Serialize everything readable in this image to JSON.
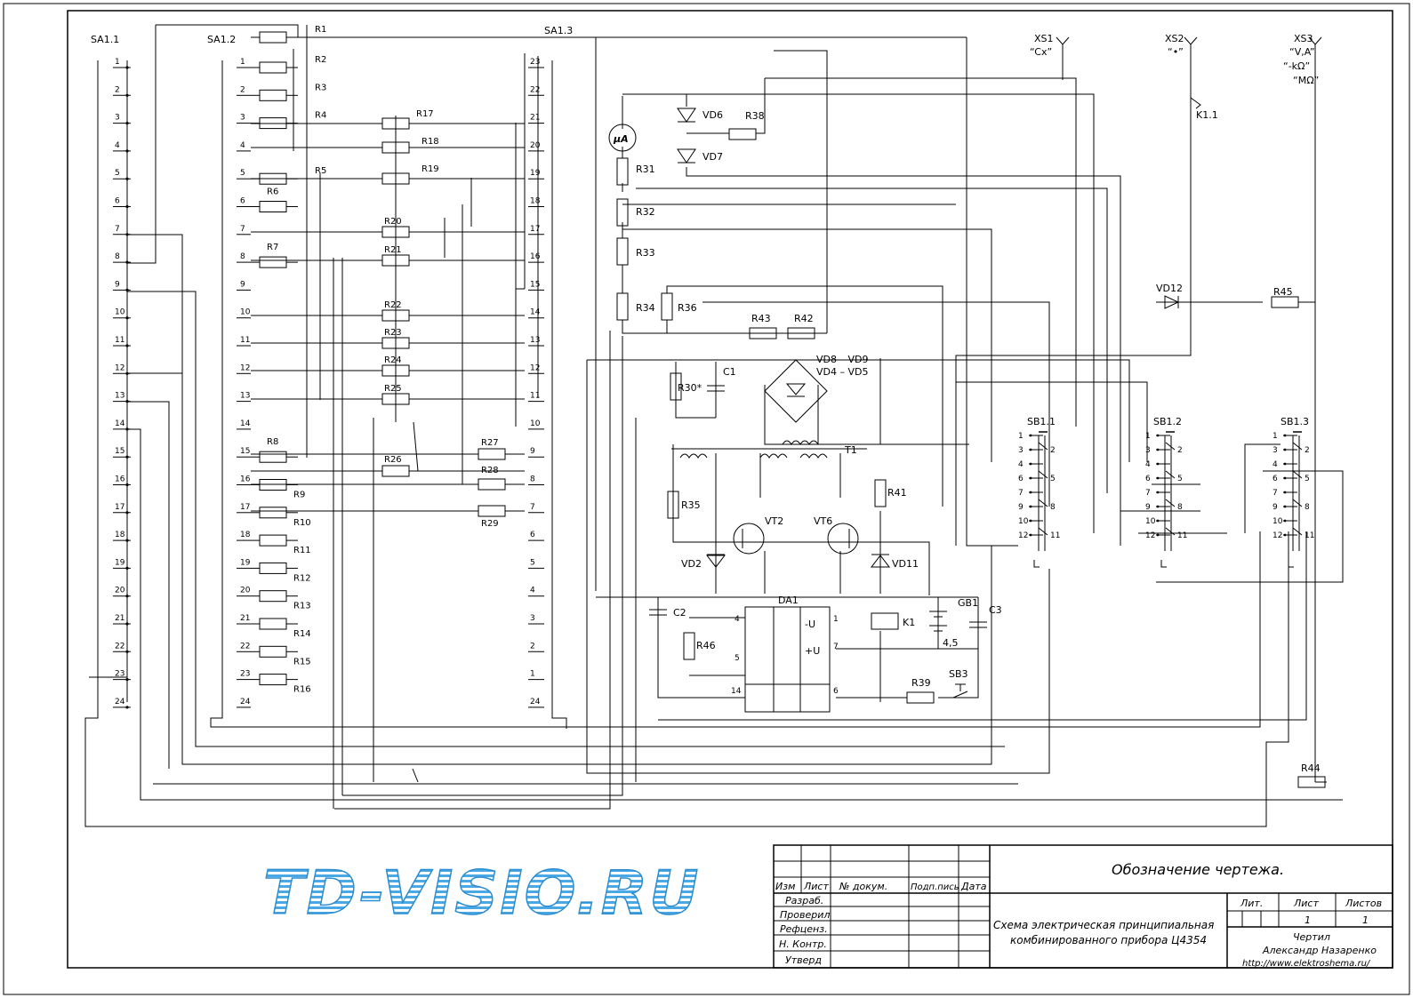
{
  "switches": {
    "sa11": "SA1.1",
    "sa12": "SA1.2",
    "sa13": "SA1.3",
    "pos": [
      "1",
      "2",
      "3",
      "4",
      "5",
      "6",
      "7",
      "8",
      "9",
      "10",
      "11",
      "12",
      "13",
      "14",
      "15",
      "16",
      "17",
      "18",
      "19",
      "20",
      "21",
      "22",
      "23",
      "24"
    ],
    "pos_rev": [
      "23",
      "22",
      "21",
      "20",
      "19",
      "18",
      "17",
      "16",
      "15",
      "14",
      "13",
      "12",
      "11",
      "10",
      "9",
      "8",
      "7",
      "6",
      "5",
      "4",
      "3",
      "2",
      "1",
      "24"
    ]
  },
  "resistors_left": [
    "R1",
    "R2",
    "R3",
    "R4",
    "R5",
    "R6",
    "R7",
    "R8",
    "R9",
    "R10",
    "R11",
    "R12",
    "R13",
    "R14",
    "R15",
    "R16"
  ],
  "resistors_mid": [
    "R17",
    "R18",
    "R19",
    "R20",
    "R21",
    "R22",
    "R23",
    "R24",
    "R25",
    "R26",
    "R27",
    "R28",
    "R29"
  ],
  "meter": {
    "mu_a": "μA",
    "vd6": "VD6",
    "vd7": "VD7",
    "r38": "R38",
    "r31": "R31",
    "r32": "R32",
    "r33": "R33",
    "r34": "R34",
    "r36": "R36",
    "r43": "R43",
    "r42": "R42",
    "r30": "R30*",
    "c1": "C1",
    "bridge1": "VD8 – VD9",
    "bridge2": "VD4 – VD5",
    "t1": "T1",
    "r35": "R35",
    "vt2": "VT2",
    "vt6": "VT6",
    "r41": "R41",
    "vd2": "VD2",
    "vd11": "VD11",
    "c2": "C2",
    "da1": "DA1",
    "r46": "R46",
    "k1": "K1",
    "gb1": "GB1",
    "c3": "C3",
    "gb_v": "4,5",
    "r39": "R39",
    "sb3": "SB3",
    "pin_neg": "-U",
    "pin_pos": "+U",
    "pins": [
      "4",
      "5",
      "14",
      "1",
      "7",
      "6"
    ]
  },
  "connectors": {
    "xs1": "XS1",
    "xs1_label": "“Cx”",
    "xs2": "XS2",
    "xs2_label": "“•”",
    "xs3": "XS3",
    "xs3_l1": "“V,A”",
    "xs3_l2": "“-kΩ”",
    "xs3_l3": "“MΩ”",
    "k11": "K1.1",
    "vd12": "VD12",
    "r45": "R45",
    "r44": "R44"
  },
  "buttons": {
    "sb11": "SB1.1",
    "sb12": "SB1.2",
    "sb13": "SB1.3",
    "left_pins": [
      "1",
      "3",
      "4",
      "6",
      "7",
      "9",
      "10",
      "12"
    ],
    "right_pins": [
      "2",
      "5",
      "8",
      "11"
    ]
  },
  "watermark": "TD-VISIO.RU",
  "title_block": {
    "designation": "Обозначение чертежа.",
    "col_izm": "Изм",
    "col_list": "Лист",
    "col_doc": "№ докум.",
    "col_sign": "Подп.пись",
    "col_date": "Дата",
    "row_razrab": "Разраб.",
    "row_proveril": "Проверил",
    "row_refcenz": "Рефценз.",
    "row_nkontr": "Н. Контр.",
    "row_utverd": "Утверд",
    "title_line1": "Схема электрическая принципиальная",
    "title_line2": "комбинированного прибора Ц4354",
    "lit": "Лит.",
    "list": "Лист",
    "listov": "Листов",
    "list_val": "1",
    "listov_val": "1",
    "drew": "Чертил",
    "author": "Александр Назаренко",
    "url": "http://www.elektroshema.ru/"
  }
}
